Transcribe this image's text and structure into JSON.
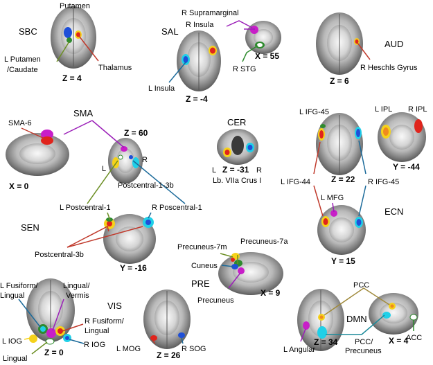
{
  "colors": {
    "red": "#e0241c",
    "yellow": "#f5d21a",
    "green": "#2e8b2e",
    "cyan": "#20d0e8",
    "blue": "#1e4fd8",
    "purple": "#9b1fb8",
    "magenta": "#c81ec8",
    "olive": "#a08a3c",
    "teal": "#1b8a9a",
    "orange": "#f08a1e"
  },
  "groups": {
    "sbc": "SBC",
    "sal": "SAL",
    "aud": "AUD",
    "sma": "SMA",
    "cer": "CER",
    "sen": "SEN",
    "ecn": "ECN",
    "pre": "PRE",
    "vis": "VIS",
    "dmn": "DMN"
  },
  "slices": {
    "sbc_z": "Z = 4",
    "sal_z": "Z = -4",
    "sal_x": "X = 55",
    "aud_z": "Z = 6",
    "sma_x": "X = 0",
    "sma_z": "Z = 60",
    "cer_z": "Z = -31",
    "ecn_z22": "Z = 22",
    "ecn_y44": "Y = -44",
    "sen_y": "Y = -16",
    "ecn_y15": "Y = 15",
    "pre_x": "X = 9",
    "vis_z0": "Z = 0",
    "vis_z26": "Z = 26",
    "dmn_z": "Z = 34",
    "dmn_x": "X = 4"
  },
  "labels": {
    "putamen": "Putamen",
    "l_putamen": "L Putamen",
    "caudate": "/Caudate",
    "thalamus": "Thalamus",
    "r_supramarginal": "R Supramarginal",
    "r_insula": "R Insula",
    "l_insula": "L Insula",
    "r_stg": "R STG",
    "r_heschls": "R Heschls Gyrus",
    "sma6": "SMA-6",
    "sma": "SMA",
    "l_small": "L",
    "r_small": "R",
    "postcentral_13b": "Postcentral-1-3b",
    "l_postcentral1": "L Postcentral-1",
    "r_poscentral1": "R Poscentral-1",
    "postcentral_3b": "Postcentral-3b",
    "cer_l": "L",
    "cer_r": "R",
    "crus": "Lb. VIIa Crus I",
    "l_ifg45": "L IFG-45",
    "l_ipl": "L IPL",
    "r_ipl": "R IPL",
    "l_ifg44": "L IFG-44",
    "r_ifg45": "R IFG-45",
    "l_mfg": "L MFG",
    "precuneus_7m": "Precuneus-7m",
    "precuneus_7a": "Precuneus-7a",
    "cuneus": "Cuneus",
    "precuneus": "Precuneus",
    "l_fusiform": "L Fusiform/",
    "lingual_a": "Lingual",
    "lingual_vermis": "Lingual/",
    "vermis": "Vermis",
    "r_fusiform": "R Fusiform/",
    "lingual_b": "Lingual",
    "l_iog": "L IOG",
    "r_iog": "R IOG",
    "lingual_c": "Lingual",
    "l_mog": "L MOG",
    "r_sog": "R SOG",
    "pcc": "PCC",
    "pcc_precuneus_a": "PCC/",
    "pcc_precuneus_b": "Precuneus",
    "acc": "ACC",
    "l_angular": "L Angular"
  }
}
